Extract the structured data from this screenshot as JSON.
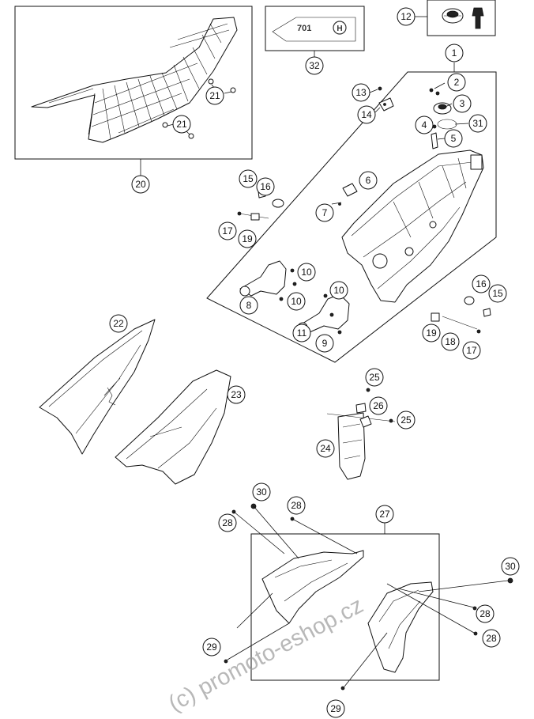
{
  "callouts": {
    "c1": "1",
    "c2": "2",
    "c3": "3",
    "c4": "4",
    "c5": "5",
    "c6": "6",
    "c7": "7",
    "c8": "8",
    "c9": "9",
    "c10a": "10",
    "c10b": "10",
    "c10c": "10",
    "c11": "11",
    "c12": "12",
    "c13": "13",
    "c14": "14",
    "c15a": "15",
    "c15b": "15",
    "c16a": "16",
    "c16b": "16",
    "c17a": "17",
    "c17b": "17",
    "c18": "18",
    "c19a": "19",
    "c19b": "19",
    "c20": "20",
    "c21a": "21",
    "c21b": "21",
    "c22": "22",
    "c23": "23",
    "c24": "24",
    "c25a": "25",
    "c25b": "25",
    "c26": "26",
    "c27": "27",
    "c28a": "28",
    "c28b": "28",
    "c28c": "28",
    "c28d": "28",
    "c29a": "29",
    "c29b": "29",
    "c30a": "30",
    "c30b": "30",
    "c31": "31",
    "c32": "32"
  },
  "decal": {
    "model_text": "701",
    "brand_symbol": "H"
  },
  "watermark": "(c) promoto-eshop.cz",
  "colors": {
    "line": "#111111",
    "background": "#ffffff",
    "watermark": "#9a9a9a"
  }
}
